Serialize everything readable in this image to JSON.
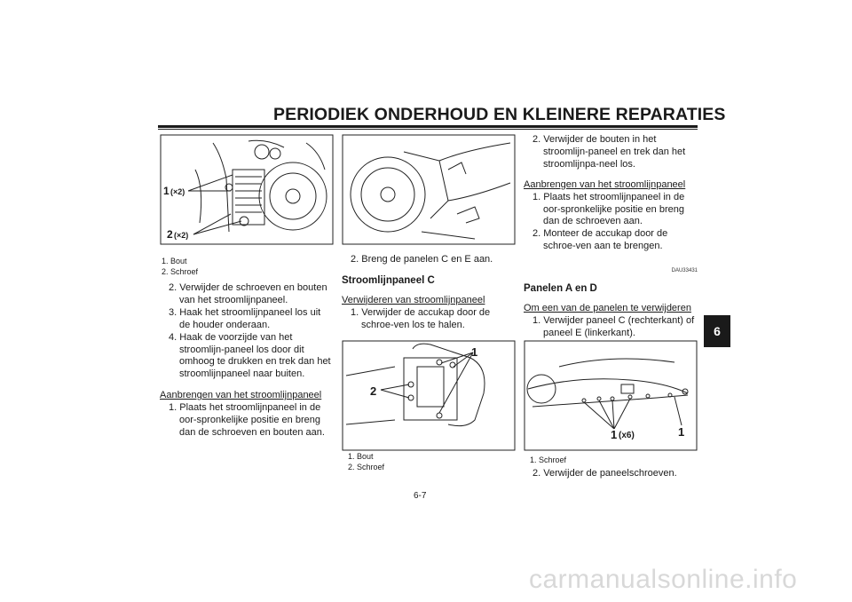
{
  "header": {
    "title": "PERIODIEK ONDERHOUD EN KLEINERE REPARATIES"
  },
  "section_tab": "6",
  "page_number": "6-7",
  "watermark": "carmanualsonline.info",
  "figures": {
    "fig1": {
      "callout1": "1",
      "callout1_count": "(×2)",
      "callout2": "2",
      "callout2_count": "(×2)"
    },
    "fig3": {
      "callout1": "1",
      "callout2": "2"
    },
    "fig4": {
      "callout1": "1",
      "callout1_count": "(x6)",
      "callout2": "1"
    }
  },
  "captions": {
    "fig1": [
      "1. Bout",
      "2. Schroef"
    ],
    "fig3": [
      "1. Bout",
      "2. Schroef"
    ],
    "fig4": [
      "1. Schroef"
    ]
  },
  "col1": {
    "steps": [
      "2. Verwijder de schroeven en bouten van het stroomlijnpaneel.",
      "3. Haak het stroomlijnpaneel los uit de houder onderaan.",
      "4. Haak de voorzijde van het stroomlijn-paneel los door dit omhoog te drukken en trek dan het stroomlijnpaneel naar buiten."
    ],
    "subheading": "Aanbrengen van het stroomlijnpaneel",
    "steps2": [
      "1. Plaats het stroomlijnpaneel in de oor-spronkelijke positie en breng dan de schroeven en bouten aan."
    ]
  },
  "col2": {
    "step_top": "2. Breng de panelen C en E aan.",
    "heading": "Stroomlijnpaneel C",
    "subheading": "Verwijderen van stroomlijnpaneel",
    "steps": [
      "1. Verwijder de accukap door de schroe-ven los te halen."
    ]
  },
  "col3": {
    "steps_top": [
      "2. Verwijder de bouten in het stroomlijn-paneel en trek dan het stroomlijnpa-neel los."
    ],
    "subheading1": "Aanbrengen van het stroomlijnpaneel",
    "steps1": [
      "1. Plaats het stroomlijnpaneel in de oor-spronkelijke positie en breng dan de schroeven aan.",
      "2. Monteer de accukap door de schroe-ven aan te brengen."
    ],
    "code": "DAU33431",
    "heading": "Panelen A en D",
    "subheading2": "Om een van de panelen te verwijderen",
    "steps2": [
      "1. Verwijder paneel C (rechterkant) of paneel E (linkerkant)."
    ],
    "step_bottom": "2. Verwijder de paneelschroeven."
  }
}
